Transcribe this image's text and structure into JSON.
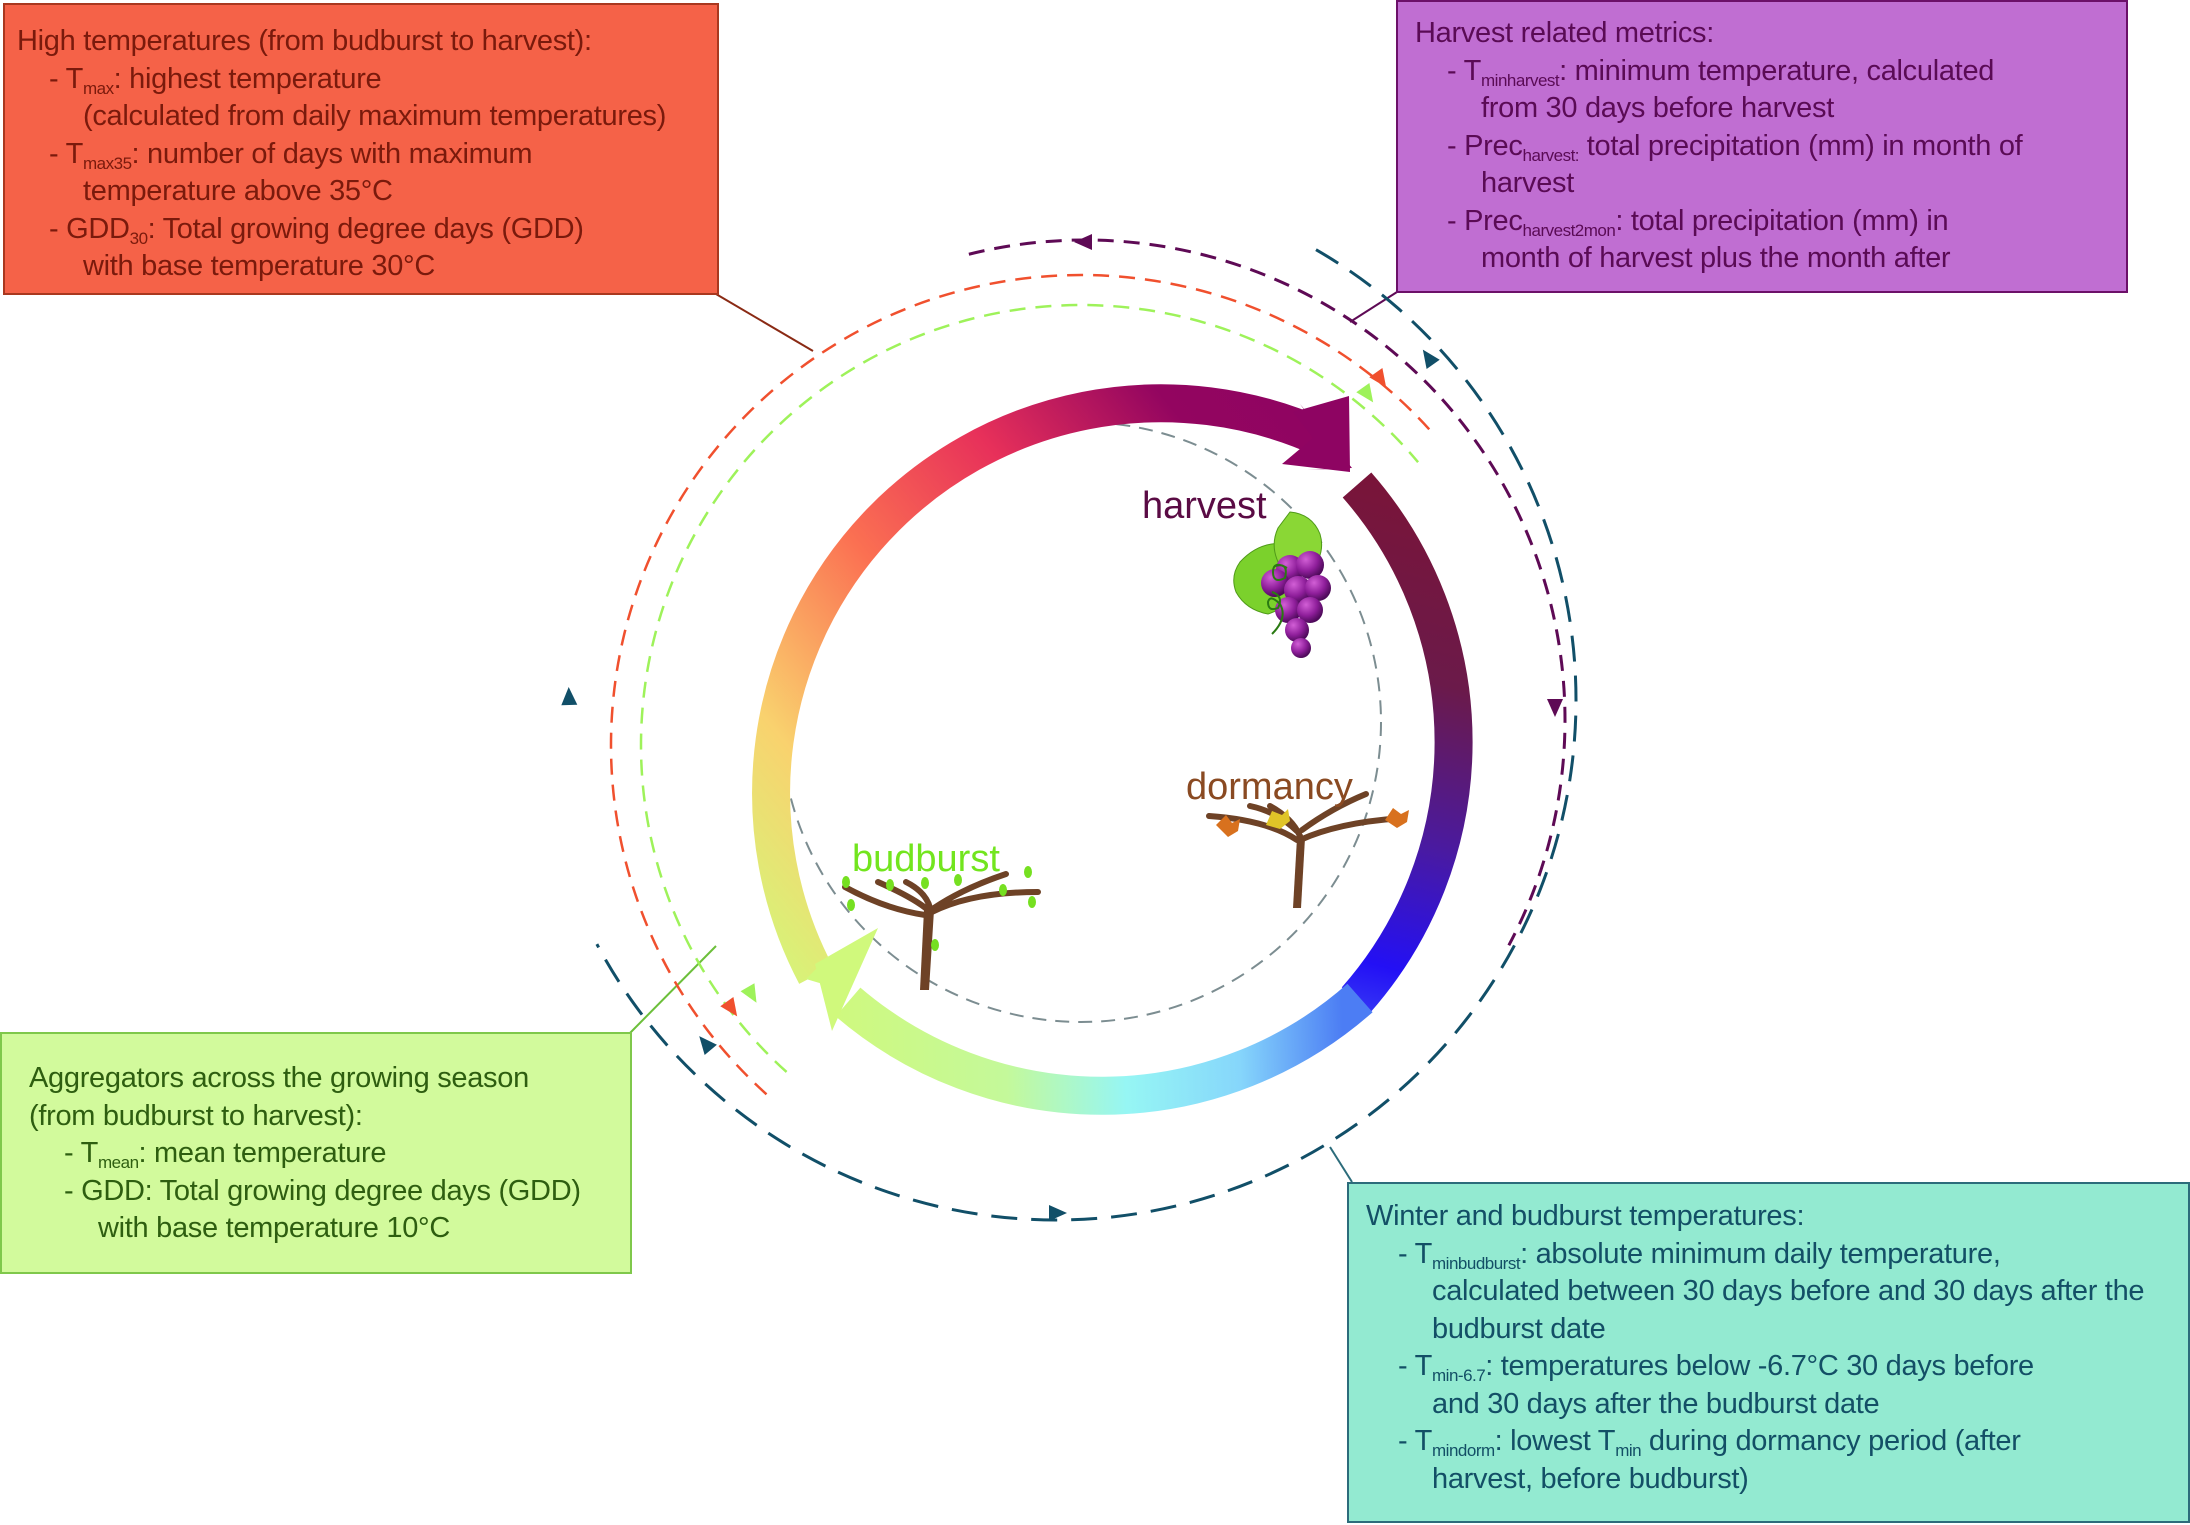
{
  "stages": {
    "harvest": "harvest",
    "dormancy": "dormancy",
    "budburst": "budburst"
  },
  "colors": {
    "high_box": "#f56248",
    "harvest_box": "#c06ed2",
    "aggregators_box": "#d2fa9c",
    "winter_box": "#93ead1",
    "arc_high": "#f0502e",
    "arc_aggregators": "#9ef25a",
    "arc_harvest": "#5e0a55",
    "arc_winter": "#114f68",
    "arc_inner": "#7c8d91"
  },
  "boxes": {
    "high": {
      "title": "High temperatures (from budburst to harvest):",
      "items": [
        {
          "prefix": "- T",
          "sub": "max",
          "text": ": highest temperature",
          "cont": "(calculated from daily maximum temperatures)"
        },
        {
          "prefix": "- T",
          "sub": "max35",
          "text": ": number of days with maximum",
          "cont": "temperature above 35°C"
        },
        {
          "prefix": "- GDD",
          "sub": "30",
          "text": ": Total growing degree days (GDD)",
          "cont": "with base temperature 30°C"
        }
      ]
    },
    "harvest": {
      "title": "Harvest related metrics:",
      "items": [
        {
          "prefix": "- T",
          "sub": "minharvest",
          "text": ": minimum temperature, calculated",
          "cont": "from 30 days before harvest"
        },
        {
          "prefix": "- Prec",
          "sub": "harvest:",
          "text": " total precipitation (mm) in month of",
          "cont": "harvest"
        },
        {
          "prefix": "- Prec",
          "sub": "harvest2mon",
          "text": ": total precipitation (mm) in",
          "cont": "month of harvest plus the month after"
        }
      ]
    },
    "aggregators": {
      "title_line1": "Aggregators across the growing season",
      "title_line2": "(from budburst to harvest):",
      "items": [
        {
          "prefix": "- T",
          "sub": "mean",
          "text": ": mean temperature",
          "cont": ""
        },
        {
          "prefix": "- GDD: Total growing degree days (GDD)",
          "sub": "",
          "text": "",
          "cont": "with base temperature 10°C"
        }
      ]
    },
    "winter": {
      "title": "Winter and budburst temperatures:",
      "items": [
        {
          "prefix": "- T",
          "sub": "minbudburst",
          "text": ": absolute minimum daily temperature,",
          "cont": "calculated between 30 days before and 30 days after the budburst date"
        },
        {
          "prefix": "- T",
          "sub": "min-6.7",
          "text": ": temperatures below -6.7°C 30 days before",
          "cont": "and 30 days after the budburst date"
        },
        {
          "prefix": "- T",
          "sub": "mindorm",
          "text": ": lowest T",
          "sub2": "min",
          "text2": " during dormancy period (after",
          "cont": "harvest, before budburst)"
        }
      ]
    }
  }
}
